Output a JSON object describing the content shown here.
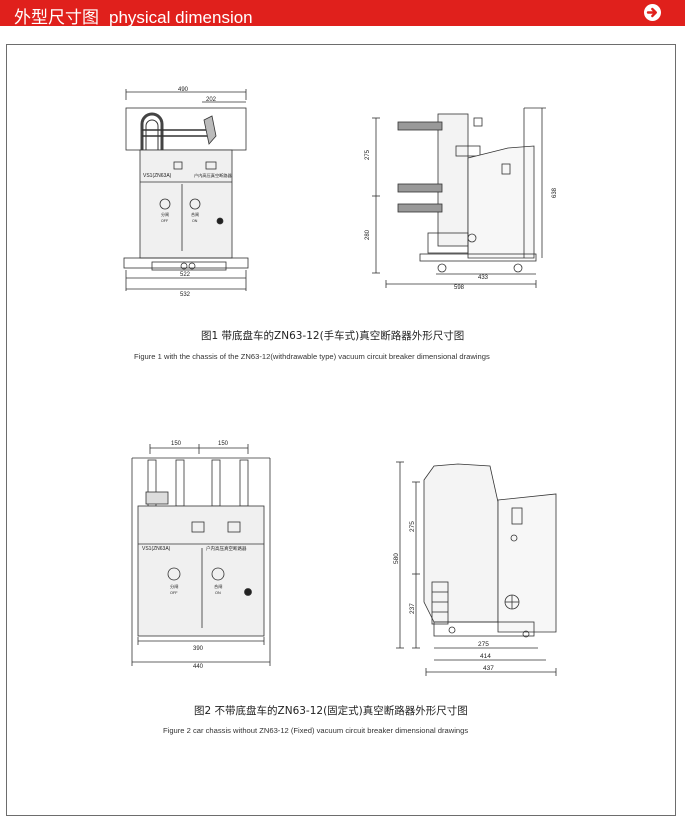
{
  "header": {
    "title_cn": "外型尺寸图",
    "title_en": "physical dimension",
    "accent_color": "#e0201c",
    "nav_icon": "arrow-right-circle-icon"
  },
  "figure1": {
    "caption_cn": "图1  带底盘车的ZN63-12(手车式)真空断路器外形尺寸图",
    "caption_en": "Figure 1 with the chassis of the ZN63-12(withdrawable type) vacuum circuit breaker dimensional drawings",
    "front": {
      "dim_top": "490",
      "dim_top_inner": "202",
      "dim_bottom_inner": "522",
      "dim_bottom": "532",
      "model": "VS1(ZN63A)",
      "nameplate": "户内高压真空断路器",
      "off_cn": "分闸",
      "off_en": "OFF",
      "on_cn": "合闸",
      "on_en": "ON"
    },
    "side": {
      "dim_upper": "275",
      "dim_lower": "280",
      "dim_height": "638",
      "dim_inner": "433",
      "dim_width": "598"
    }
  },
  "figure2": {
    "caption_cn": "图2  不带底盘车的ZN63-12(固定式)真空断路器外形尺寸图",
    "caption_en": "Figure 2 car chassis without ZN63-12 (Fixed) vacuum circuit breaker dimensional drawings",
    "front": {
      "dim_top_left": "150",
      "dim_top_right": "150",
      "dim_inner": "390",
      "dim_width": "440",
      "model": "VS1(ZN63A)",
      "nameplate": "户内高压真空断路器",
      "off_cn": "分闸",
      "off_en": "OFF",
      "on_cn": "合闸",
      "on_en": "ON"
    },
    "side": {
      "dim_upper": "275",
      "dim_height": "580",
      "dim_lower": "237",
      "dim_w1": "275",
      "dim_w2": "414",
      "dim_w3": "437"
    }
  }
}
